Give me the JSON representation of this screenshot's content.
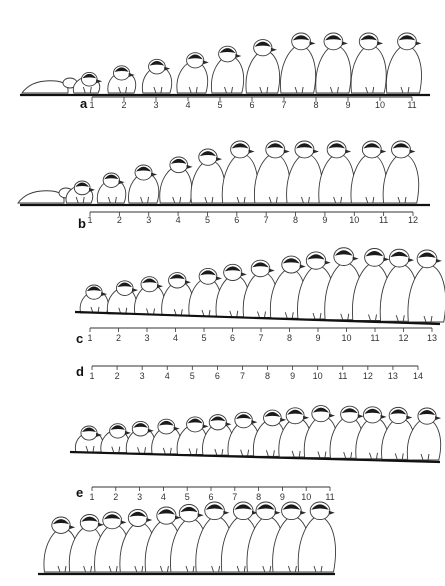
{
  "panels": [
    {
      "letter": "a",
      "ticks": [
        "1",
        "2",
        "3",
        "4",
        "5",
        "6",
        "7",
        "8",
        "9",
        "10",
        "11"
      ]
    },
    {
      "letter": "b",
      "ticks": [
        "1",
        "2",
        "3",
        "4",
        "5",
        "6",
        "7",
        "8",
        "9",
        "10",
        "11",
        "12"
      ]
    },
    {
      "letter": "c",
      "ticks": [
        "1",
        "2",
        "3",
        "4",
        "5",
        "6",
        "7",
        "8",
        "9",
        "10",
        "11",
        "12",
        "13"
      ]
    },
    {
      "letter": "d",
      "ticks": [
        "1",
        "2",
        "3",
        "4",
        "5",
        "6",
        "7",
        "8",
        "9",
        "10",
        "11",
        "12",
        "13",
        "14"
      ]
    },
    {
      "letter": "e",
      "ticks": [
        "1",
        "2",
        "3",
        "4",
        "5",
        "6",
        "7",
        "8",
        "9",
        "10",
        "11"
      ]
    }
  ],
  "colors": {
    "ink": "#1a1a1a",
    "outline": "#3a3a3a",
    "background": "#ffffff"
  }
}
